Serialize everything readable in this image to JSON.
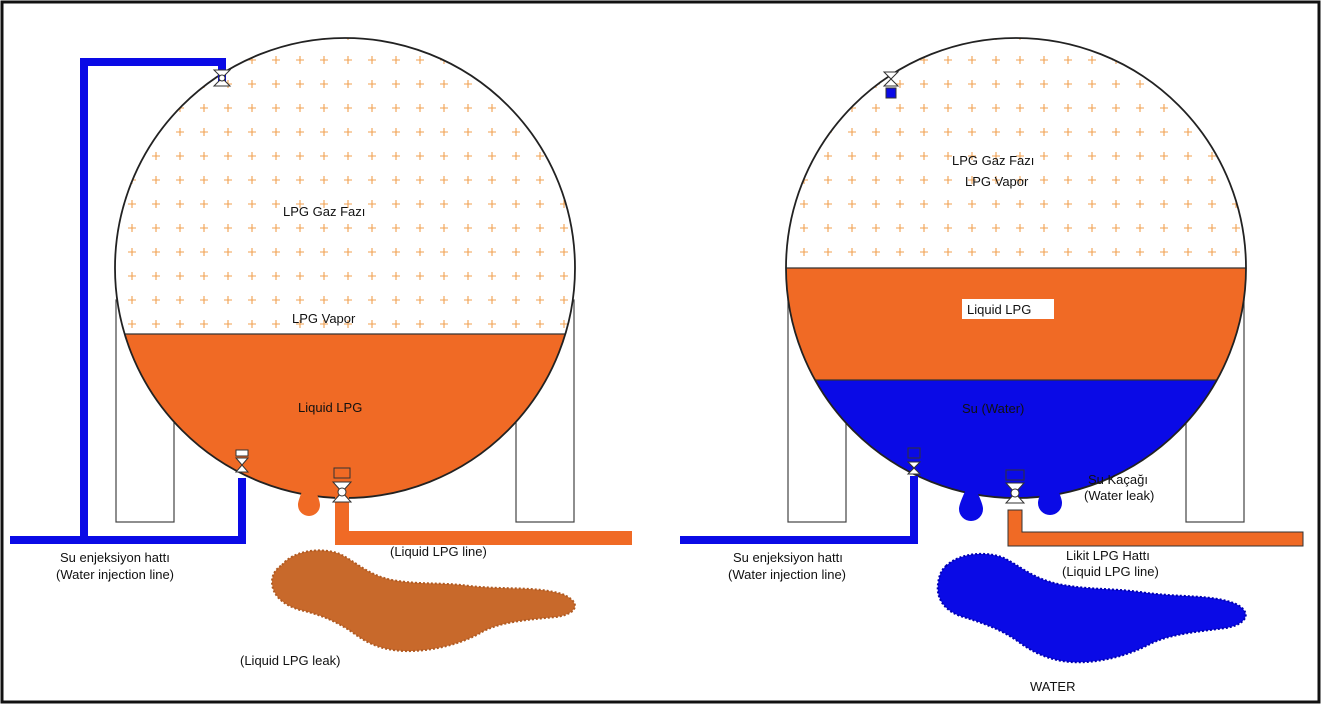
{
  "left": {
    "vapor_label_tr": "LPG  Gaz Fazı",
    "vapor_label_en": "LPG Vapor",
    "liquid_label": "Liquid LPG",
    "water_line_label_tr": "Su enjeksiyon hattı",
    "water_line_label_en": "(Water injection line)",
    "lpg_line_label": "(Liquid LPG line)",
    "leak_label": "(Liquid LPG leak)"
  },
  "right": {
    "vapor_label_tr": "LPG  Gaz Fazı",
    "vapor_label_en": "LPG Vapor",
    "liquid_label": "Liquid LPG",
    "water_label": "Su (Water)",
    "water_leak_label_tr": "Su Kaçağı",
    "water_leak_label_en": "(Water leak)",
    "water_line_label_tr": "Su enjeksiyon hattı",
    "water_line_label_en": "(Water injection line)",
    "lpg_line_label_tr": "Likit LPG Hattı",
    "lpg_line_label_en": "(Liquid LPG line)",
    "puddle_label": "WATER"
  },
  "colors": {
    "lpg_orange": "#f06a25",
    "water_blue": "#0a0ae6",
    "leak_brown": "#c8692b",
    "vapor_plus": "#f0a050",
    "outline": "#222222"
  }
}
